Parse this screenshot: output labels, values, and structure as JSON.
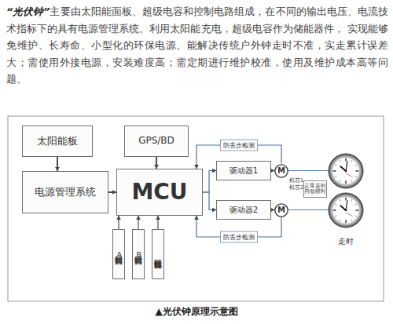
{
  "diagram": {
    "caption": "▲光伏钟原理示意图",
    "nodes": [
      {
        "text": [
          "太阳能板"
        ]
      },
      {
        "text": [
          "GPS/BD"
        ]
      },
      {
        "text": [
          "电源管理系统"
        ]
      },
      {
        "text": [
          "MCU"
        ]
      },
      {
        "text": [
          "驱动器1"
        ]
      },
      {
        "text": [
          "M"
        ]
      },
      {
        "text": [
          "驱动器2"
        ]
      },
      {
        "text": [
          "M"
        ]
      },
      {
        "text": [
          "调时按钮A"
        ]
      },
      {
        "text": [
          "调时按钮B"
        ]
      },
      {
        "text": [
          "时区选择旋钮"
        ]
      }
    ],
    "edges": [
      {
        "from": 0,
        "to": 2,
        "arrow": "to"
      },
      {
        "from": 2,
        "to": 3,
        "arrow": "to"
      },
      {
        "from": 1,
        "to": 3,
        "arrow": "to"
      },
      {
        "from": 3,
        "to": 4,
        "arrow": "to"
      },
      {
        "from": 3,
        "to": 6,
        "arrow": "to"
      },
      {
        "from": 4,
        "to": 5,
        "arrow": "to"
      },
      {
        "from": 6,
        "to": 7,
        "arrow": "to"
      },
      {
        "from": 5,
        "to": 3,
        "label": "防丢步检测",
        "arrow": "to"
      },
      {
        "from": 7,
        "to": 3,
        "label": "防丢步检测",
        "arrow": "to"
      },
      {
        "from": 8,
        "to": 3,
        "arrow": "to"
      },
      {
        "from": 9,
        "to": 3,
        "arrow": "to"
      },
      {
        "from": 10,
        "to": 3,
        "arrow": "to"
      }
    ],
    "labels": [
      "“光伏钟”",
      "主要由太阳能面板、超级电容和控制电路组成，在不同的输出电压、电流技术指标下的具有电源管理系统。利用太阳能充电，超级电容作为储能器件， 实现能够免维护、长寿命、小型化的环保电源。能解决传统户外钟走时不准，实走累计误差大；需使用外接电源，安装难度高；需定期进行维护校准，使用及维护成本高等问题。",
      "机芯1",
      "机芯2",
      "正常走时 自动校时",
      "走时"
    ]
  }
}
